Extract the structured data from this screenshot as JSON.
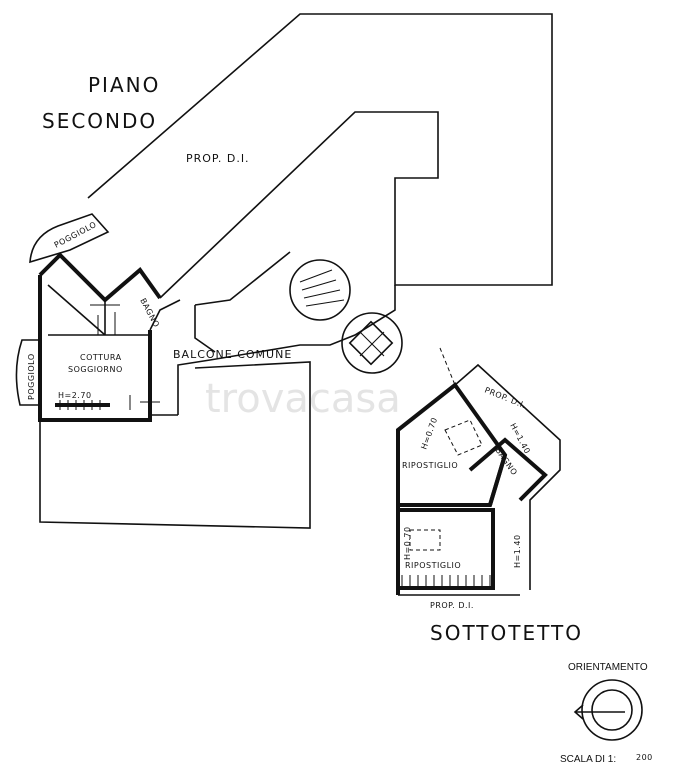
{
  "floor_title_line1": "PIANO",
  "floor_title_line2": "SECONDO",
  "labels": {
    "prop_di_top": "PROP. D.I.",
    "poggiolo_top": "POGGIOLO",
    "bagno_main": "BAGNO",
    "cottura": "COTTURA",
    "soggiorno": "SOGGIORNO",
    "poggiolo_left": "POGGIOLO",
    "height_main": "H=2.70",
    "balcone": "BALCONE COMUNE",
    "prop_di_attic_top": "PROP. D.I.",
    "h_attic_1": "H=0.70",
    "ripostiglio_1": "RIPOSTIGLIO",
    "h_attic_2": "H=1.40",
    "bagno_attic": "BAGNO",
    "h_attic_3": "H=0.70",
    "ripostiglio_2": "RIPOSTIGLIO",
    "h_attic_4": "H=1.40",
    "prop_di_attic_bottom": "PROP. D.I.",
    "sottotetto": "SOTTOTETTO",
    "orientamento": "ORIENTAMENTO",
    "scala": "SCALA DI 1:",
    "scala_value": "200",
    "watermark": "trovacasa"
  }
}
